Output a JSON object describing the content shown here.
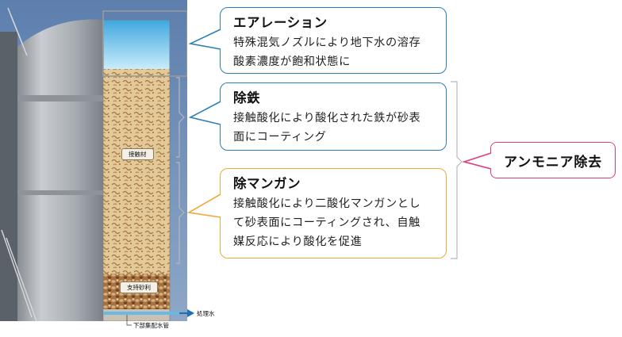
{
  "callouts": {
    "aeration": {
      "title": "エアレーション",
      "body_line1": "特殊混気ノズルにより地下水の溶存",
      "body_line2": "酸素濃度が飽和状態に",
      "color": "#2c7fb8"
    },
    "iron": {
      "title": "除鉄",
      "body_line1": "接触酸化により酸化された鉄が砂表",
      "body_line2": "面にコーティング",
      "color": "#2c7fb8"
    },
    "manganese": {
      "title": "除マンガン",
      "body_line1": "接触酸化により二酸化マンガンとし",
      "body_line2": "て砂表面にコーティングされ、自触",
      "body_line3": "媒反応により酸化を促進",
      "color": "#f0a93c"
    },
    "ammonia": {
      "title": "アンモニア除去",
      "color": "#e03a7d"
    }
  },
  "column": {
    "contact_media_label": "接触材",
    "support_gravel_label": "支持砂利",
    "treated_water_label": "処理水",
    "underdrain_label": "下部集配水管"
  },
  "colors": {
    "water": "#8fd0ee",
    "media": "#d7b98a",
    "gravel": "#9c6a3a",
    "arrow": "#1f6fb2"
  }
}
